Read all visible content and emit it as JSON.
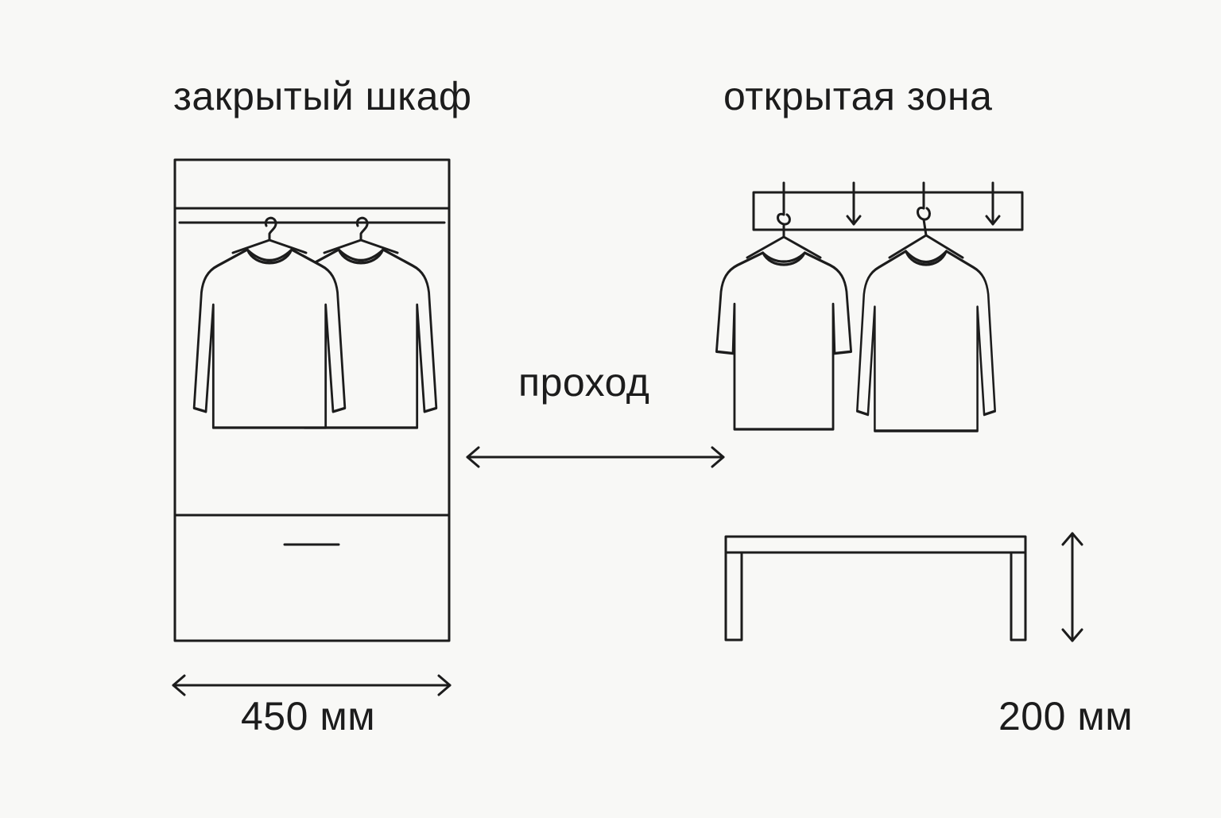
{
  "labels": {
    "closed_wardrobe": "закрытый шкаф",
    "open_zone": "открытая зона",
    "passage": "проход",
    "wardrobe_depth": "450 мм",
    "bench_height": "200 мм"
  },
  "colors": {
    "background": "#f8f8f6",
    "line": "#1c1c1c"
  },
  "icons": {
    "wardrobe": "wardrobe-icon",
    "hanger": "hanger-icon",
    "shirt": "long-sleeve-shirt-icon",
    "tshirt": "t-shirt-icon",
    "hook_rack": "wall-hook-rack-icon",
    "bench": "bench-icon",
    "dimension_arrow": "double-arrow-icon"
  }
}
